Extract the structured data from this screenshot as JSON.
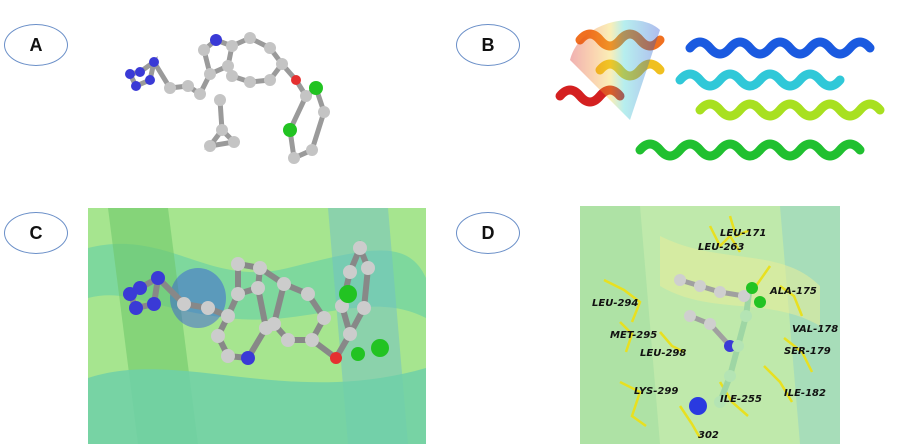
{
  "panels": [
    {
      "label": "A"
    },
    {
      "label": "B"
    },
    {
      "label": "C"
    },
    {
      "label": "D"
    }
  ],
  "residues": [
    "LEU-171",
    "LEU-263",
    "ALA-175",
    "LEU-294",
    "MET-295",
    "VAL-178",
    "SER-179",
    "LEU-298",
    "LYS-299",
    "ILE-255",
    "ILE-182",
    "302"
  ],
  "colors": {
    "carbon": "#bdbdbd",
    "nitrogen": "#3a3ad6",
    "oxygen": "#e53030",
    "chlorine": "#22c322",
    "residue_stick": "#e8e020"
  }
}
